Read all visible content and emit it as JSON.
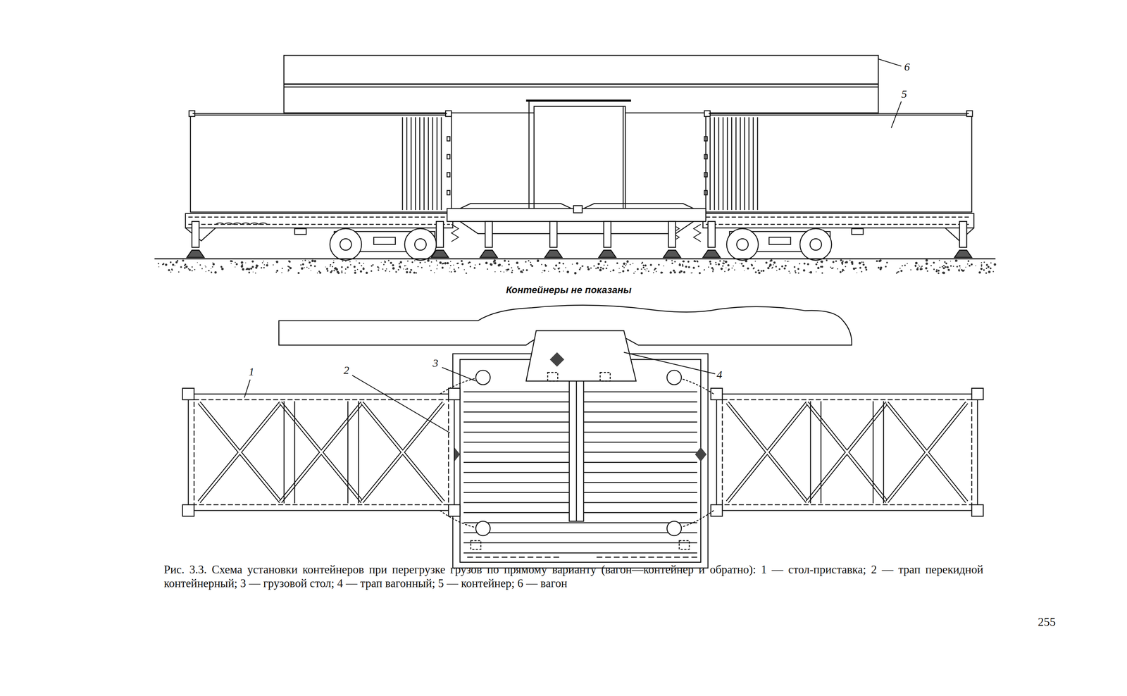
{
  "diagram": {
    "caption": "Рис. 3.3. Схема установки контейнеров при перегрузке грузов по прямому варианту (вагон—контейнер и обратно): 1 — стол-приставка; 2 — трап перекидной контейнерный; 3 — грузовой стол; 4 — трап вагонный; 5 — контейнер; 6 — вагон",
    "labels": [
      "6",
      "5",
      "Контейнеры не показаны",
      "1",
      "2",
      "3",
      "4",
      "255"
    ]
  }
}
